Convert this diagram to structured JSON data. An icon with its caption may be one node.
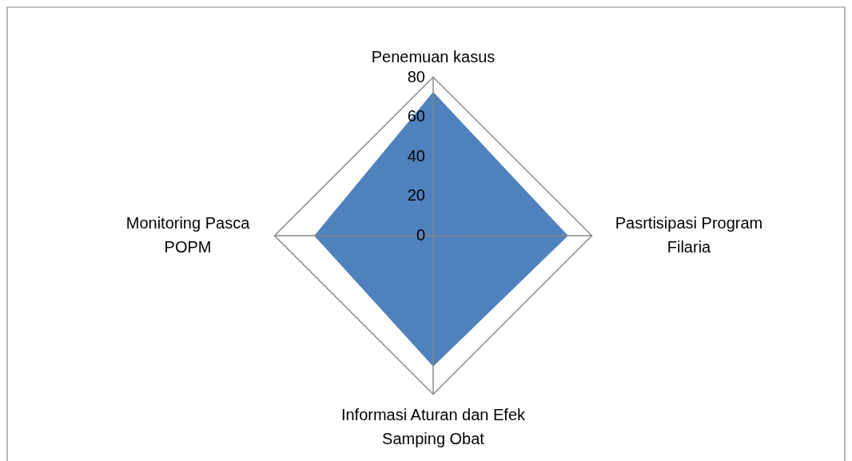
{
  "diagram": {
    "chart_data": {
      "type": "radar",
      "categories": [
        "Penemuan kasus",
        "Pasrtisipasi Program Filaria",
        "Informasi Aturan dan Efek Samping Obat",
        "Monitoring Pasca POPM"
      ],
      "series": [
        {
          "color": "#4f81bd",
          "values": [
            72.5,
            68,
            66,
            60
          ]
        }
      ],
      "ylim": [
        0,
        80
      ],
      "yticks": [
        0,
        20,
        40,
        60,
        80
      ]
    }
  }
}
